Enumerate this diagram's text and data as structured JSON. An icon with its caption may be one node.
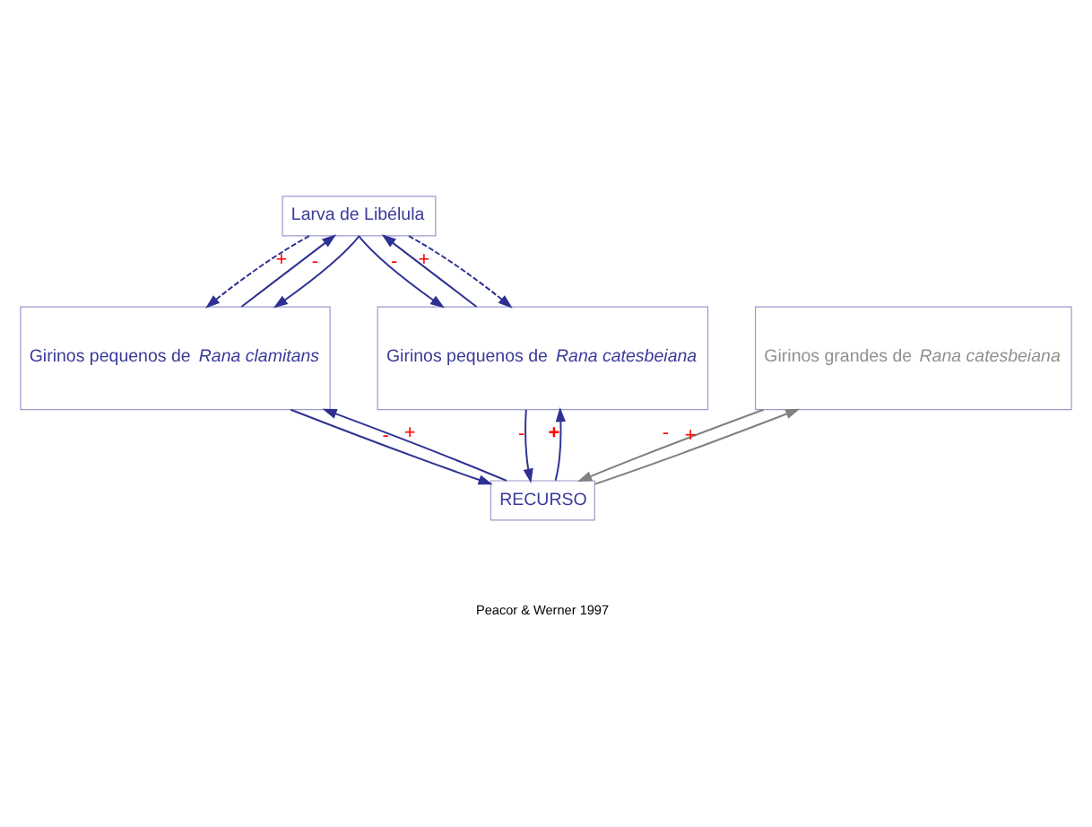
{
  "diagram": {
    "nodes": [
      {
        "text": [
          "Larva de Libélula"
        ]
      },
      {
        "text": [
          "Girinos pequenos de *Rana clamitans*"
        ]
      },
      {
        "text": [
          "Girinos pequenos de *Rana catesbeiana*"
        ]
      },
      {
        "text": [
          "Girinos grandes de *Rana catesbeiana*"
        ]
      },
      {
        "text": [
          "RECURSO"
        ]
      }
    ],
    "edges": [
      {
        "from": 0,
        "to": 1,
        "arrow": "to",
        "style": "dashed"
      },
      {
        "from": 1,
        "to": 0,
        "arrow": "to",
        "label": "+"
      },
      {
        "from": 0,
        "to": 1,
        "arrow": "to",
        "label": "-"
      },
      {
        "from": 0,
        "to": 2,
        "arrow": "to",
        "label": "-"
      },
      {
        "from": 2,
        "to": 0,
        "arrow": "to",
        "label": "+"
      },
      {
        "from": 0,
        "to": 2,
        "arrow": "to",
        "style": "dashed"
      },
      {
        "from": 1,
        "to": 4,
        "arrow": "to",
        "label": "-"
      },
      {
        "from": 4,
        "to": 1,
        "arrow": "to",
        "label": "+"
      },
      {
        "from": 4,
        "to": 2,
        "arrow": "to",
        "label": "**+**"
      },
      {
        "from": 2,
        "to": 4,
        "arrow": "to",
        "label": "-"
      },
      {
        "from": 4,
        "to": 3,
        "arrow": "to",
        "label": "+",
        "color": "#808080"
      },
      {
        "from": 3,
        "to": 4,
        "arrow": "to",
        "label": "-",
        "color": "#808080"
      }
    ],
    "labels": [
      "Peacor & Werner 1997"
    ]
  }
}
